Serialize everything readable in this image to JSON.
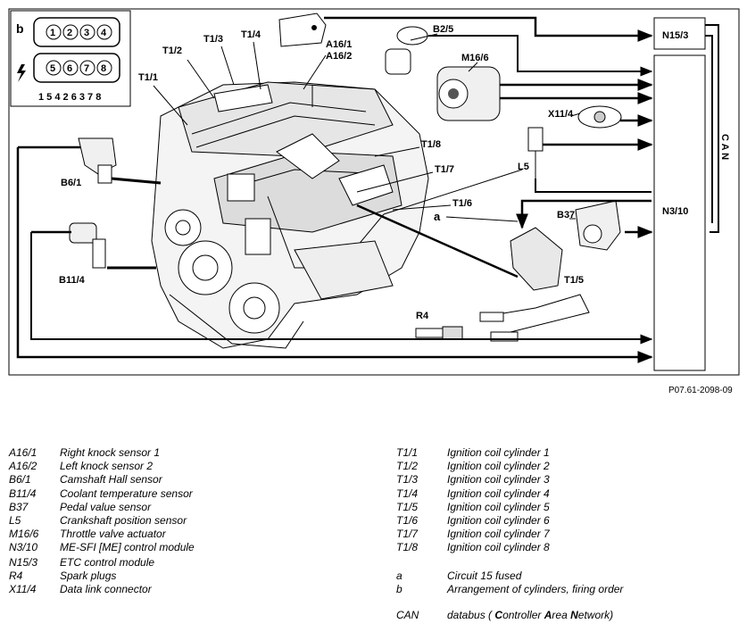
{
  "diagram": {
    "reference_number": "P07.61-2098-09",
    "inset": {
      "label_b": "b",
      "bank_top": [
        "1",
        "2",
        "3",
        "4"
      ],
      "bank_bottom": [
        "5",
        "6",
        "7",
        "8"
      ],
      "firing_order": "1 5 4 2 6 3 7 8"
    },
    "labels": {
      "t1_1": "T1/1",
      "t1_2": "T1/2",
      "t1_3": "T1/3",
      "t1_4": "T1/4",
      "t1_5": "T1/5",
      "t1_6": "T1/6",
      "t1_7": "T1/7",
      "t1_8": "T1/8",
      "a16_1": "A16/1",
      "a16_2": "A16/2",
      "b2_5": "B2/5",
      "m16_6": "M16/6",
      "x11_4": "X11/4",
      "l5": "L5",
      "b37": "B37",
      "b6_1": "B6/1",
      "b11_4": "B11/4",
      "r4": "R4",
      "a": "a",
      "n15_3": "N15/3",
      "n3_10": "N3/10",
      "can": "C A N"
    }
  },
  "legend_left": [
    {
      "code": "A16/1",
      "desc": "Right knock sensor 1"
    },
    {
      "code": "A16/2",
      "desc": "Left knock sensor 2"
    },
    {
      "code": "B6/1",
      "desc": "Camshaft Hall sensor"
    },
    {
      "code": "B11/4",
      "desc": "Coolant temperature sensor"
    },
    {
      "code": "B37",
      "desc": "Pedal value sensor"
    },
    {
      "code": "L5",
      "desc": "Crankshaft position sensor"
    },
    {
      "code": "M16/6",
      "desc": "Throttle valve actuator"
    },
    {
      "code": "N3/10",
      "desc": "ME-SFI [ME] control module"
    },
    {
      "code": "N15/3",
      "desc": "ETC control module"
    },
    {
      "code": "R4",
      "desc": "Spark plugs"
    },
    {
      "code": "X11/4",
      "desc": "Data link connector"
    }
  ],
  "legend_right": [
    {
      "code": "T1/1",
      "desc": "Ignition coil cylinder 1"
    },
    {
      "code": "T1/2",
      "desc": "Ignition coil cylinder 2"
    },
    {
      "code": "T1/3",
      "desc": "Ignition coil cylinder 3"
    },
    {
      "code": "T1/4",
      "desc": "Ignition coil cylinder 4"
    },
    {
      "code": "T1/5",
      "desc": "Ignition coil cylinder 5"
    },
    {
      "code": "T1/6",
      "desc": "Ignition coil cylinder 6"
    },
    {
      "code": "T1/7",
      "desc": "Ignition coil cylinder 7"
    },
    {
      "code": "T1/8",
      "desc": "Ignition coil cylinder 8"
    },
    {
      "code": "a",
      "desc": "Circuit 15 fused"
    },
    {
      "code": "b",
      "desc": "Arrangement of cylinders, firing order"
    }
  ],
  "legend_can": {
    "code": "CAN",
    "desc_prefix": "databus (",
    "c": "C",
    "w1": "ontroller ",
    "a": "A",
    "w2": "rea ",
    "n": "N",
    "w3": "etwork)"
  }
}
